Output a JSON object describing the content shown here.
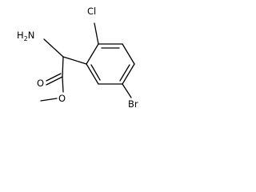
{
  "molecule": {
    "atoms": {
      "amine": {
        "element": "H",
        "subscript": "2",
        "suffix": "N"
      },
      "chlorine": "Cl",
      "bromine": "Br",
      "carbonyl_oxygen": "O",
      "ester_oxygen": "O"
    },
    "colors": {
      "bond": "#000000",
      "label": "#000000",
      "background": "#ffffff"
    }
  }
}
